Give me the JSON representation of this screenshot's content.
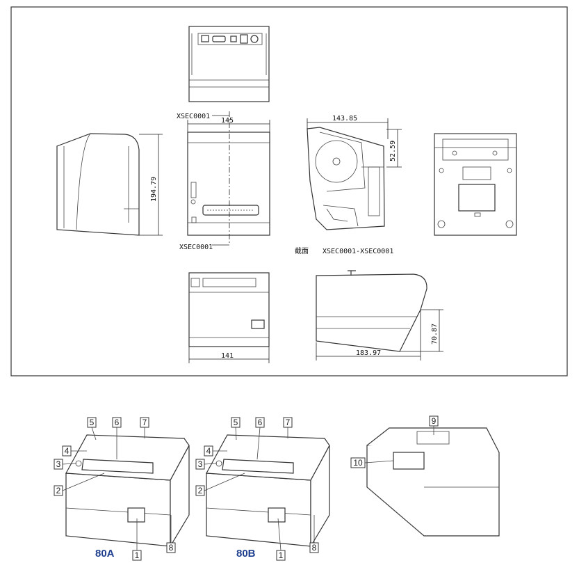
{
  "drawing": {
    "dimensions": {
      "top_width": "145",
      "side_height": "194.79",
      "section_width": "143.85",
      "section_height": "52.59",
      "bottom_width": "141",
      "side_length": "183.97",
      "side_rear_height": "70.87"
    },
    "section_labels": {
      "top_label": "XSEC0001",
      "bottom_label": "XSEC0001",
      "section_caption_prefix": "截面",
      "section_caption": "XSEC0001-XSEC0001"
    }
  },
  "photos": {
    "models": [
      {
        "label": "80A"
      },
      {
        "label": "80B"
      }
    ],
    "callouts": [
      "1",
      "2",
      "3",
      "4",
      "5",
      "6",
      "7",
      "8",
      "9",
      "10"
    ]
  }
}
